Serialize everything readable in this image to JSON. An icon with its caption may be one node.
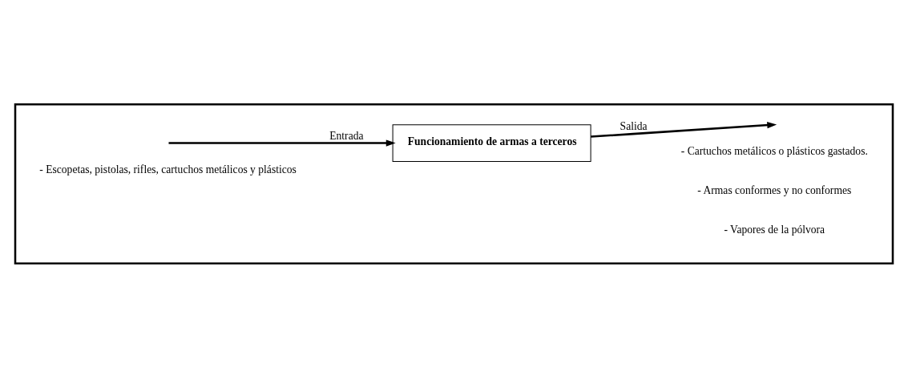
{
  "diagram": {
    "nodes": [
      {
        "text": [],
        "shape": "box"
      },
      {
        "text": [
          "Funcionamiento de armas a terceros"
        ],
        "in": 0
      }
    ],
    "edges": [
      {
        "from": null,
        "to": 1,
        "arrow": "to",
        "label": "Entrada"
      },
      {
        "from": 1,
        "to": null,
        "arrow": "to",
        "label": "Salida"
      }
    ],
    "labels": [
      "- Escopetas, pistolas, rifles, cartuchos metálicos y plásticos",
      "- Cartuchos metálicos o plásticos gastados.",
      "- Armas conformes y no conformes",
      "- Vapores de la pólvora"
    ]
  }
}
